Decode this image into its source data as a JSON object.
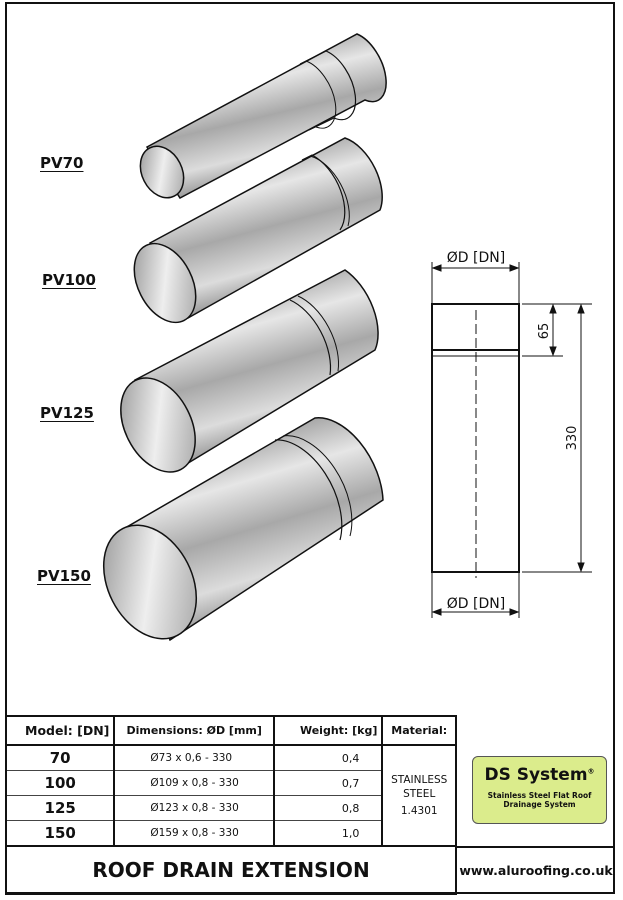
{
  "drawing": {
    "labels": [
      "PV70",
      "PV100",
      "PV125",
      "PV150"
    ],
    "dim_top": "ØD [DN]",
    "dim_bottom": "ØD [DN]",
    "dim_socket": "65",
    "dim_length": "330"
  },
  "table": {
    "headers": {
      "model": "Model: [DN]",
      "dimensions": "Dimensions: ØD [mm]",
      "weight": "Weight: [kg]",
      "material": "Material:"
    },
    "rows": [
      {
        "dn": "70",
        "dimensions": "Ø73  x  0,6 - 330",
        "weight": "0,4"
      },
      {
        "dn": "100",
        "dimensions": "Ø109 x 0,8 - 330",
        "weight": "0,7"
      },
      {
        "dn": "125",
        "dimensions": "Ø123 x 0,8 - 330",
        "weight": "0,8"
      },
      {
        "dn": "150",
        "dimensions": "Ø159 x 0,8 - 330",
        "weight": "1,0"
      }
    ],
    "material": {
      "line1": "STAINLESS",
      "line2": "STEEL",
      "line3": "1.4301"
    },
    "title": "ROOF DRAIN EXTENSION"
  },
  "logo": {
    "brand": "DS System",
    "reg": "®",
    "tagline1": "Stainless Steel Flat Roof",
    "tagline2": "Drainage System",
    "color": "#dbec8c"
  },
  "website": "www.aluroofing.co.uk"
}
